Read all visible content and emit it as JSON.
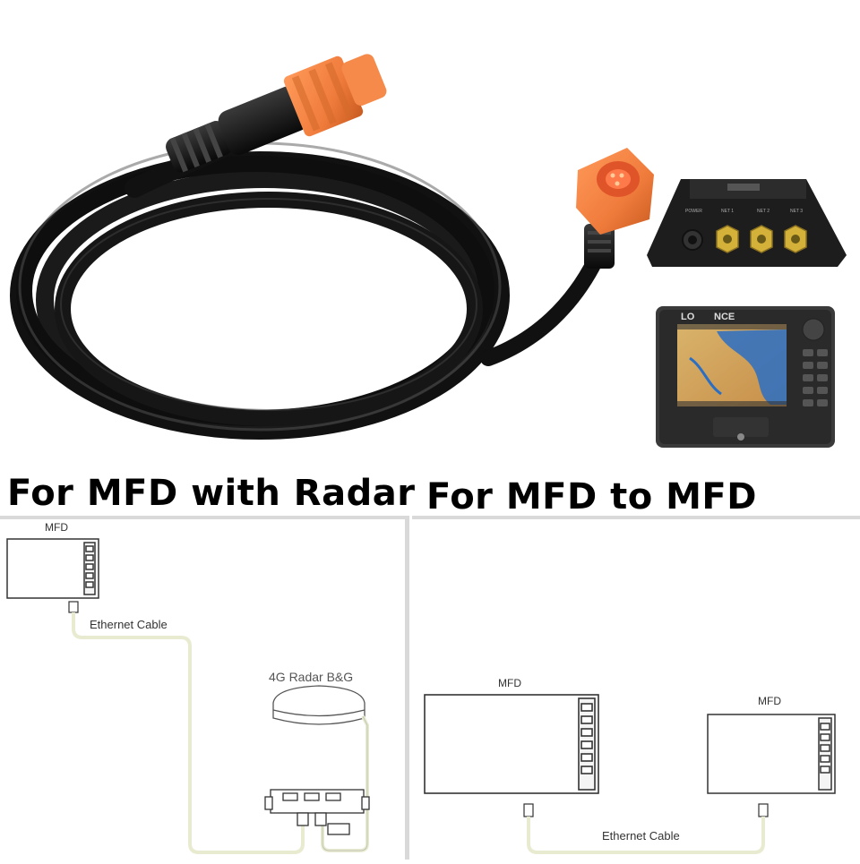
{
  "headings": {
    "left": "For MFD with Radar",
    "right": "For MFD to MFD"
  },
  "product": {
    "display_brand_partial_left": "LO",
    "display_brand_partial_right": "NCE",
    "hub_ports": [
      "POWER",
      "NET 1",
      "NET 2",
      "NET 3"
    ],
    "connector_color": "#f07c3c",
    "cable_color": "#111111"
  },
  "diagram_left": {
    "mfd_label": "MFD",
    "cable_label": "Ethernet Cable",
    "radar_label": "4G Radar B&G"
  },
  "diagram_right": {
    "mfd1_label": "MFD",
    "mfd2_label": "MFD",
    "cable_label": "Ethernet Cable"
  },
  "colors": {
    "cable_line": "#e8ebd0",
    "divider": "#d9d9d9",
    "outline": "#333333"
  }
}
